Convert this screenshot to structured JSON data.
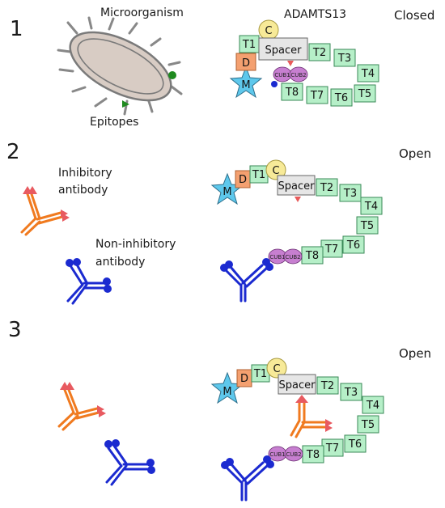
{
  "panels": [
    {
      "number": "1",
      "state": "Closed"
    },
    {
      "number": "2",
      "state": "Open"
    },
    {
      "number": "3",
      "state": "Open"
    }
  ],
  "labels": {
    "microorganism": "Microorganism",
    "adamts13": "ADAMTS13",
    "epitopes": "Epitopes",
    "inhibitory_line1": "Inhibitory",
    "inhibitory_line2": "antibody",
    "noninhibitory_line1": "Non-inhibitory",
    "noninhibitory_line2": "antibody"
  },
  "domains": {
    "M": "M",
    "D": "D",
    "T1": "T1",
    "C": "C",
    "spacer": "Spacer",
    "T2": "T2",
    "T3": "T3",
    "T4": "T4",
    "T5": "T5",
    "T6": "T6",
    "T7": "T7",
    "T8": "T8",
    "CUB1": "CUB1",
    "CUB2": "CUB2"
  },
  "colors": {
    "inhibitory_antibody": "#f07a1f",
    "inhibitory_tip": "#e85a60",
    "noninhibitory_antibody": "#1b2ad0",
    "tdomain_fill": "#b6efc8",
    "m_domain": "#5ec8ec",
    "d_domain": "#f4a070",
    "c_domain": "#f7ea98",
    "cub_domain": "#c77fd0",
    "microorganism_fill": "#d8ccc4",
    "epitope_circle": "#1f8a1f",
    "epitope_triangle": "#1f8a1f",
    "cub_epitope": "#1b2ad0",
    "spacer_epitope": "#e85a5a"
  }
}
